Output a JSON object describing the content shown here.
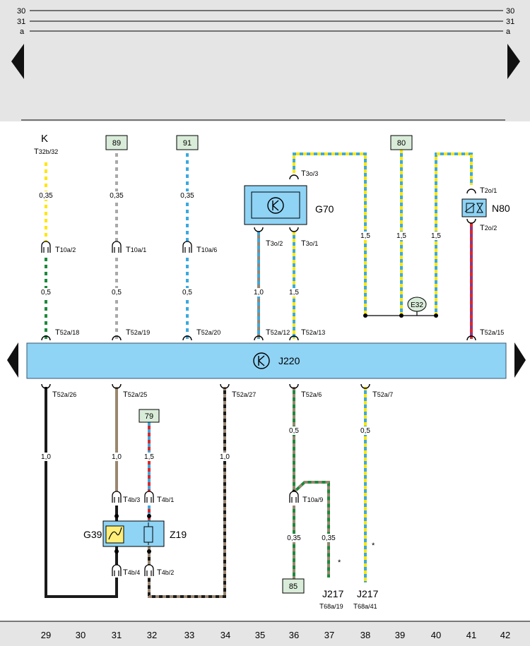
{
  "top_rails": [
    "30",
    "31",
    "a"
  ],
  "colors": {
    "panel": "#e5e5e5",
    "module_fill": "#8fd3f5",
    "module_stroke": "#3a5a70",
    "box_fill": "#d9ecd9",
    "relay_fill": "#ffef7a",
    "yellow": "#ffe600",
    "green": "#1c8a3c",
    "grey": "#a8a8a8",
    "blue": "#3aa9e0",
    "brown": "#9a8670",
    "red": "#e02828",
    "black": "#1a1a1a",
    "purple": "#8a3a8a"
  },
  "terminal_boxes": [
    "89",
    "91",
    "80",
    "79",
    "85"
  ],
  "ground_point": "E32",
  "components": {
    "k_label": "K",
    "k_pin": {
      "main": "T",
      "sub": "32b/32"
    },
    "g70": "G70",
    "n80": "N80",
    "j220": "J220",
    "g39": "G39",
    "z19": "Z19",
    "j217_a": "J217",
    "j217_b": "J217"
  },
  "connectors": {
    "t10a2": {
      "main": "T",
      "sub": "10a/2"
    },
    "t10a1": {
      "main": "T",
      "sub": "10a/1"
    },
    "t10a6": {
      "main": "T",
      "sub": "10a/6"
    },
    "t3o3": {
      "main": "T",
      "sub": "3o/3"
    },
    "t3o2": {
      "main": "T",
      "sub": "3o/2"
    },
    "t3o1": {
      "main": "T",
      "sub": "3o/1"
    },
    "t2o1": {
      "main": "T",
      "sub": "2o/1"
    },
    "t2o2": {
      "main": "T",
      "sub": "2o/2"
    },
    "t52a18": {
      "main": "T",
      "sub": "52a/18"
    },
    "t52a19": {
      "main": "T",
      "sub": "52a/19"
    },
    "t52a20": {
      "main": "T",
      "sub": "52a/20"
    },
    "t52a12": {
      "main": "T",
      "sub": "52a/12"
    },
    "t52a13": {
      "main": "T",
      "sub": "52a/13"
    },
    "t52a15": {
      "main": "T",
      "sub": "52a/15"
    },
    "t52a26": {
      "main": "T",
      "sub": "52a/26"
    },
    "t52a25": {
      "main": "T",
      "sub": "52a/25"
    },
    "t52a27": {
      "main": "T",
      "sub": "52a/27"
    },
    "t52a6": {
      "main": "T",
      "sub": "52a/6"
    },
    "t52a7": {
      "main": "T",
      "sub": "52a/7"
    },
    "t4b3": {
      "main": "T",
      "sub": "4b/3"
    },
    "t4b1": {
      "main": "T",
      "sub": "4b/1"
    },
    "t4b4": {
      "main": "T",
      "sub": "4b/4"
    },
    "t4b2": {
      "main": "T",
      "sub": "4b/2"
    },
    "t10a9": {
      "main": "T",
      "sub": "10a/9"
    },
    "t68a19": {
      "main": "T",
      "sub": "68a/19"
    },
    "t68a41": {
      "main": "T",
      "sub": "68a/41"
    }
  },
  "wire_sizes": {
    "k_top": "0,35",
    "k_bot": "0,5",
    "c31_top": "0,35",
    "c31_bot": "0,5",
    "c33_top": "0,35",
    "c33_bot": "0,5",
    "c35": "1,0",
    "c36_top": "1,5",
    "c38_top": "1,5",
    "c39_top": "1,5",
    "c40_top": "1,5",
    "c29": "1,0",
    "c31_low": "1,0",
    "c32_low": "1,5",
    "c34_low": "1,0",
    "c36_low": "0,5",
    "c36_bot": "0,35",
    "c37_bot": "0,35",
    "c38_low": "0,5"
  },
  "asterisk": "*",
  "grid_numbers": [
    "29",
    "30",
    "31",
    "32",
    "33",
    "34",
    "35",
    "36",
    "37",
    "38",
    "39",
    "40",
    "41",
    "42"
  ]
}
